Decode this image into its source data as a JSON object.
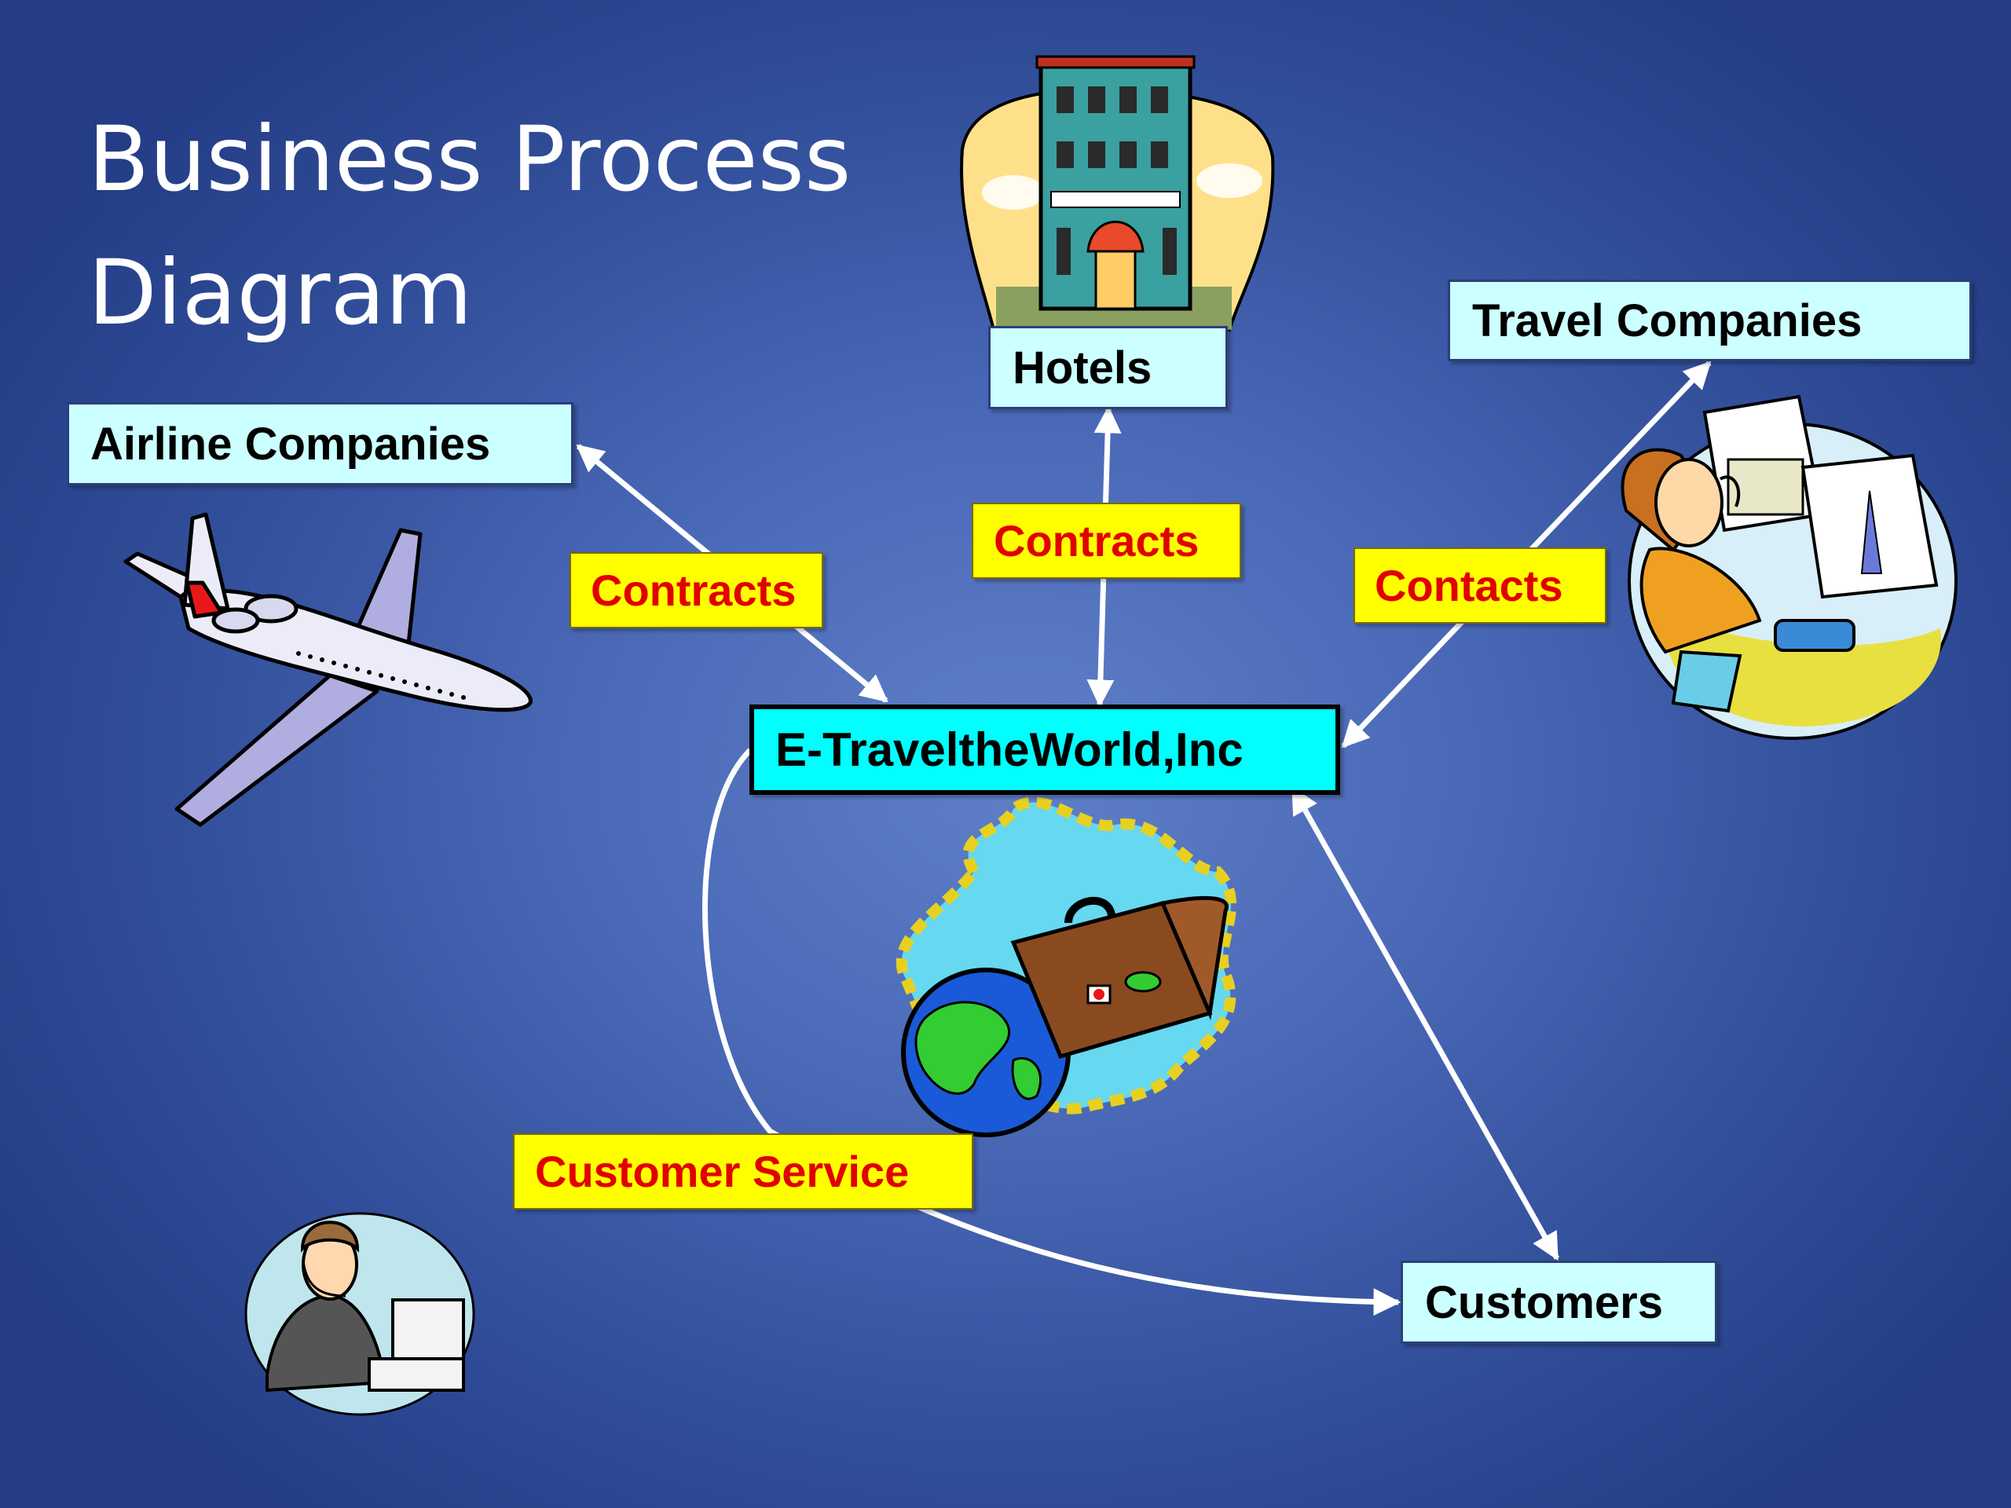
{
  "title": "Business Process Diagram",
  "nodes": {
    "center": "E-TraveltheWorld,Inc",
    "hotels": "Hotels",
    "airline": "Airline Companies",
    "travel": "Travel Companies",
    "customers": "Customers"
  },
  "labels": {
    "contracts_airline": "Contracts",
    "contracts_hotels": "Contracts",
    "contacts_travel": "Contacts",
    "customer_service": "Customer Service"
  },
  "illustrations": [
    "airplane-illustration",
    "hotel-illustration",
    "travel-agent-illustration",
    "globe-suitcase-illustration",
    "customer-service-illustration"
  ]
}
